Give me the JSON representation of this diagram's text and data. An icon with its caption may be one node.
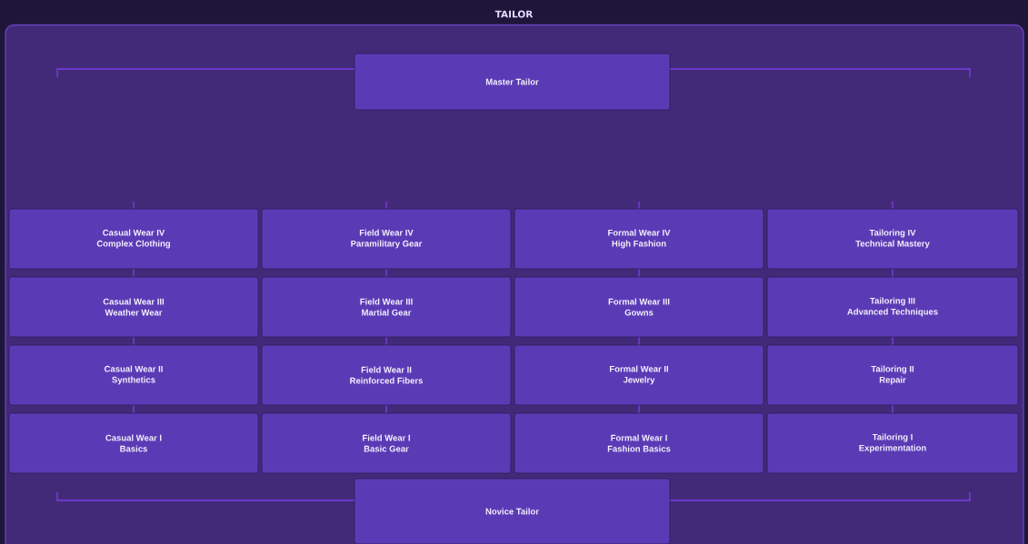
{
  "diagram": {
    "title": "TAILOR",
    "nodes": [
      {
        "text": [
          "Master Tailor"
        ]
      },
      {
        "text": [
          "Casual Wear IV",
          "Complex Clothing"
        ]
      },
      {
        "text": [
          "Field Wear IV",
          "Paramilitary Gear"
        ]
      },
      {
        "text": [
          "Formal Wear IV",
          "High Fashion"
        ]
      },
      {
        "text": [
          "Tailoring IV",
          "Technical Mastery"
        ]
      },
      {
        "text": [
          "Casual Wear III",
          "Weather Wear"
        ]
      },
      {
        "text": [
          "Field Wear III",
          "Martial Gear"
        ]
      },
      {
        "text": [
          "Formal Wear III",
          "Gowns"
        ]
      },
      {
        "text": [
          "Tailoring III",
          "Advanced Techniques"
        ]
      },
      {
        "text": [
          "Casual Wear II",
          "Synthetics"
        ]
      },
      {
        "text": [
          "Field Wear II",
          "Reinforced Fibers"
        ]
      },
      {
        "text": [
          "Formal Wear II",
          "Jewelry"
        ]
      },
      {
        "text": [
          "Tailoring II",
          "Repair"
        ]
      },
      {
        "text": [
          "Casual Wear I",
          "Basics"
        ]
      },
      {
        "text": [
          "Field Wear I",
          "Basic Gear"
        ]
      },
      {
        "text": [
          "Formal Wear I",
          "Fashion Basics"
        ]
      },
      {
        "text": [
          "Tailoring I",
          "Experimentation"
        ]
      },
      {
        "text": [
          "Novice Tailor"
        ]
      }
    ],
    "edges": [
      {
        "from": 0,
        "to": null,
        "arrow": "none"
      },
      {
        "from": 0,
        "to": null,
        "arrow": "none"
      },
      {
        "from": null,
        "to": 1,
        "arrow": "none"
      },
      {
        "from": null,
        "to": 2,
        "arrow": "none"
      },
      {
        "from": null,
        "to": 3,
        "arrow": "none"
      },
      {
        "from": null,
        "to": 4,
        "arrow": "none"
      },
      {
        "from": 5,
        "to": 1,
        "arrow": "none"
      },
      {
        "from": 6,
        "to": 2,
        "arrow": "none"
      },
      {
        "from": 7,
        "to": 3,
        "arrow": "none"
      },
      {
        "from": 8,
        "to": 4,
        "arrow": "none"
      },
      {
        "from": 9,
        "to": 5,
        "arrow": "none"
      },
      {
        "from": 10,
        "to": 6,
        "arrow": "none"
      },
      {
        "from": 11,
        "to": 7,
        "arrow": "none"
      },
      {
        "from": 12,
        "to": 8,
        "arrow": "none"
      },
      {
        "from": 13,
        "to": 9,
        "arrow": "none"
      },
      {
        "from": 14,
        "to": 10,
        "arrow": "none"
      },
      {
        "from": 15,
        "to": 11,
        "arrow": "none"
      },
      {
        "from": 16,
        "to": 12,
        "arrow": "none"
      },
      {
        "from": 17,
        "to": null,
        "arrow": "none"
      },
      {
        "from": 17,
        "to": null,
        "arrow": "none"
      }
    ]
  }
}
